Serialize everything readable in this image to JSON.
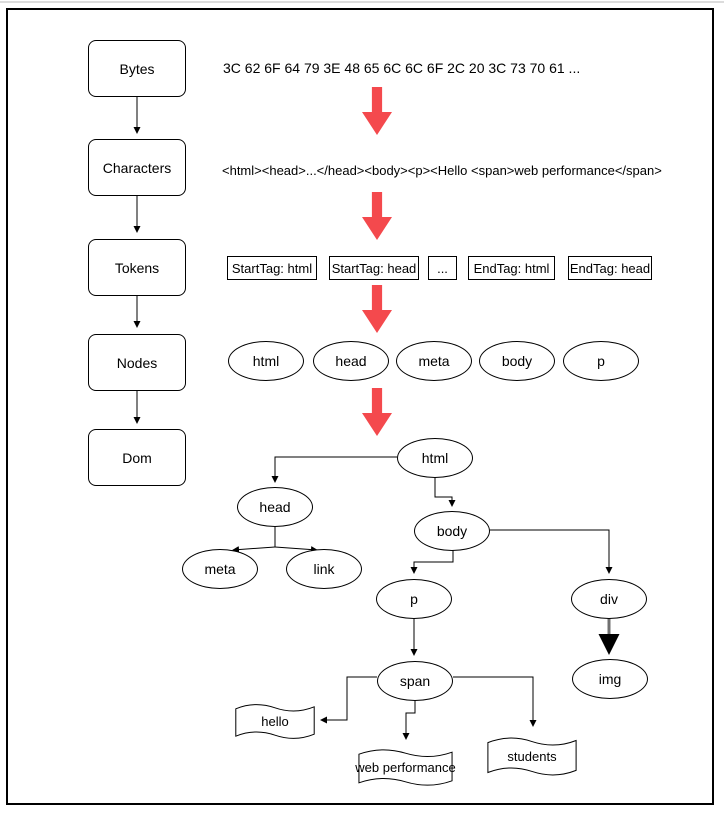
{
  "colors": {
    "arrow_red": "#f4494d"
  },
  "pipeline": {
    "stages": [
      "Bytes",
      "Characters",
      "Tokens",
      "Nodes",
      "Dom"
    ]
  },
  "rows": {
    "bytes_text": "3C 62 6F 64 79 3E 48 65 6C 6C 6F 2C 20 3C 73 70 61 ...",
    "characters_text": "<html><head>...</head><body><p><Hello <span>web performance</span>",
    "tokens": [
      "StartTag: html",
      "StartTag: head",
      "...",
      "EndTag: html",
      "EndTag: head"
    ],
    "nodes": [
      "html",
      "head",
      "meta",
      "body",
      "p"
    ]
  },
  "dom_tree": {
    "html": "html",
    "head": "head",
    "body": "body",
    "meta": "meta",
    "link": "link",
    "p": "p",
    "div": "div",
    "span": "span",
    "img": "img",
    "text_hello": "hello",
    "text_web_performance": "web performance",
    "text_students": "students"
  }
}
